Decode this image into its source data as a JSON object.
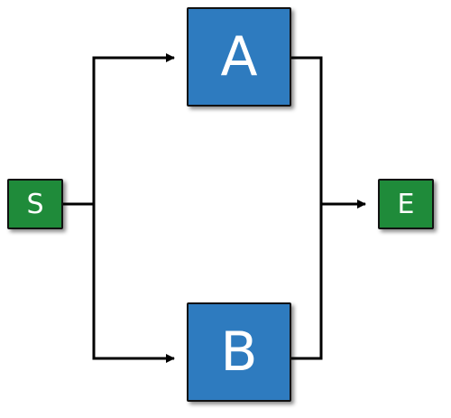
{
  "nodes": {
    "start": {
      "label": "S",
      "color": "#1f8b3a"
    },
    "a": {
      "label": "A",
      "color": "#2e7bbf"
    },
    "b": {
      "label": "B",
      "color": "#2e7bbf"
    },
    "end": {
      "label": "E",
      "color": "#1f8b3a"
    }
  },
  "edge_color": "#000000"
}
